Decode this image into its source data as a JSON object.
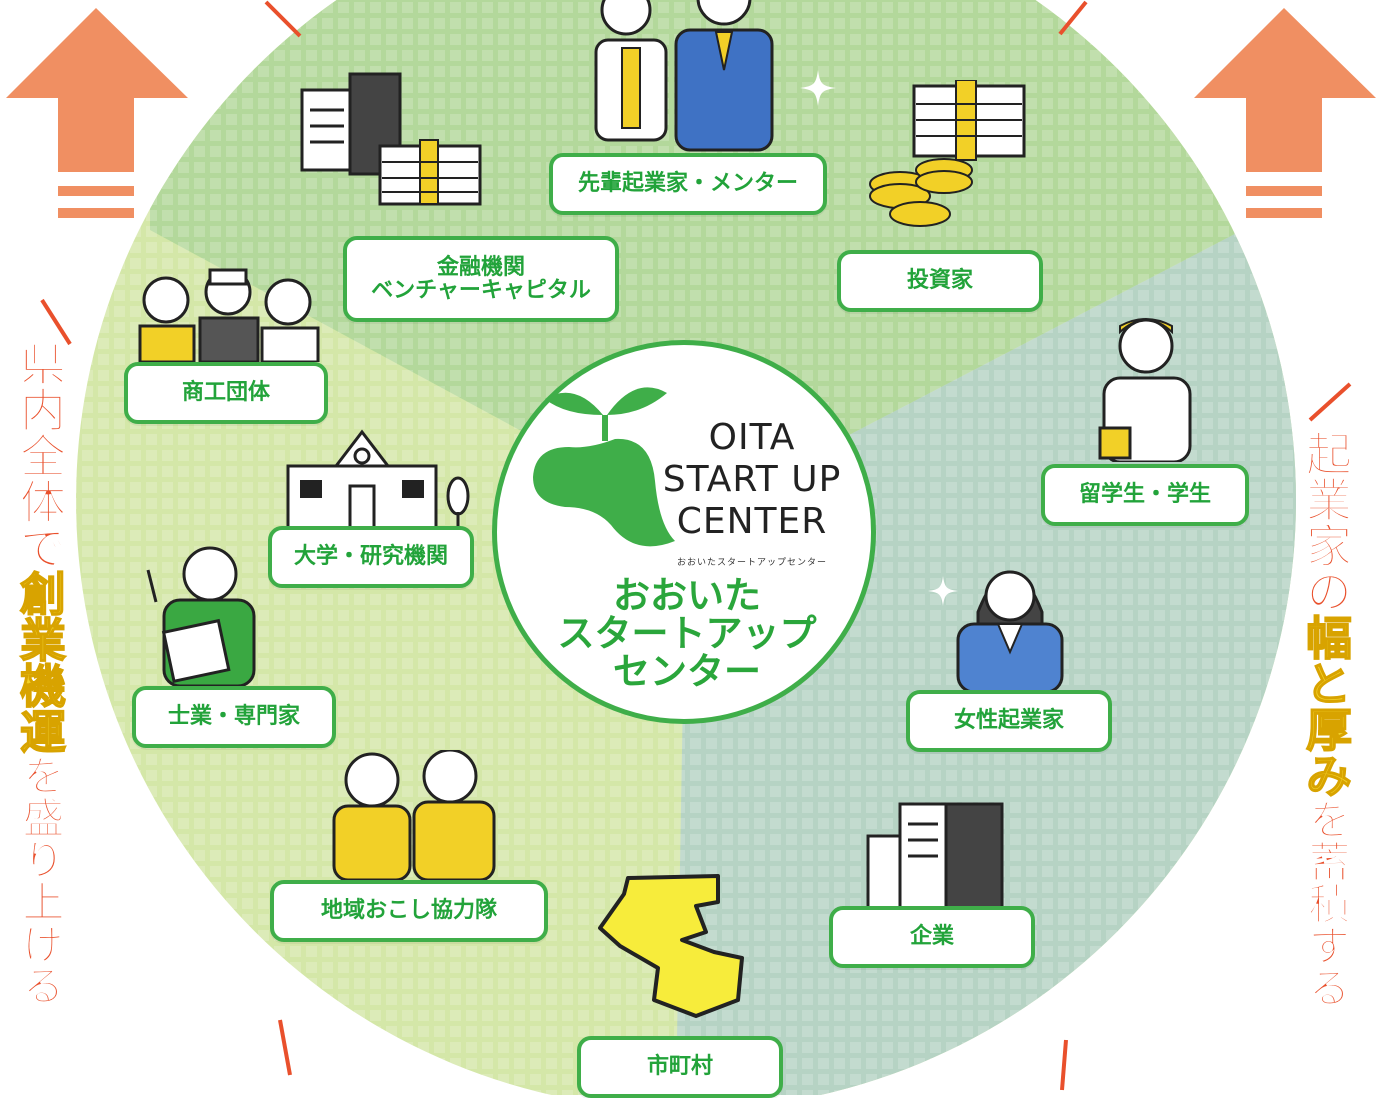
{
  "logo": {
    "line1": "OITA",
    "line2": "START UP",
    "line3": "CENTER",
    "kana": "おおいたスタートアップセンター",
    "ja_line1": "おおいた",
    "ja_line2": "スタートアップ",
    "ja_line3": "センター"
  },
  "labels": {
    "mentor": "先輩起業家・メンター",
    "finance_line1": "金融機関",
    "finance_line2": "ベンチャーキャピタル",
    "investor": "投資家",
    "chamber": "商工団体",
    "university": "大学・研究機関",
    "students": "留学生・学生",
    "experts": "士業・専門家",
    "women": "女性起業家",
    "community": "地域おこし協力隊",
    "company": "企業",
    "municipality": "市町村"
  },
  "slogans": {
    "left": {
      "part1": "県内全体で",
      "part2": "創業機運",
      "part3": "を盛り上げる"
    },
    "right": {
      "part1": "起業家の",
      "part2": "幅と厚み",
      "part3": "を蓄積する"
    }
  },
  "colors": {
    "green": "#3fae49",
    "orange": "#e9502c",
    "yellow": "#f2d027",
    "arrow": "#f08f62",
    "sector_top": "#b3d89b",
    "sector_left": "#d4e7a8",
    "sector_right": "#b6d3c4"
  }
}
